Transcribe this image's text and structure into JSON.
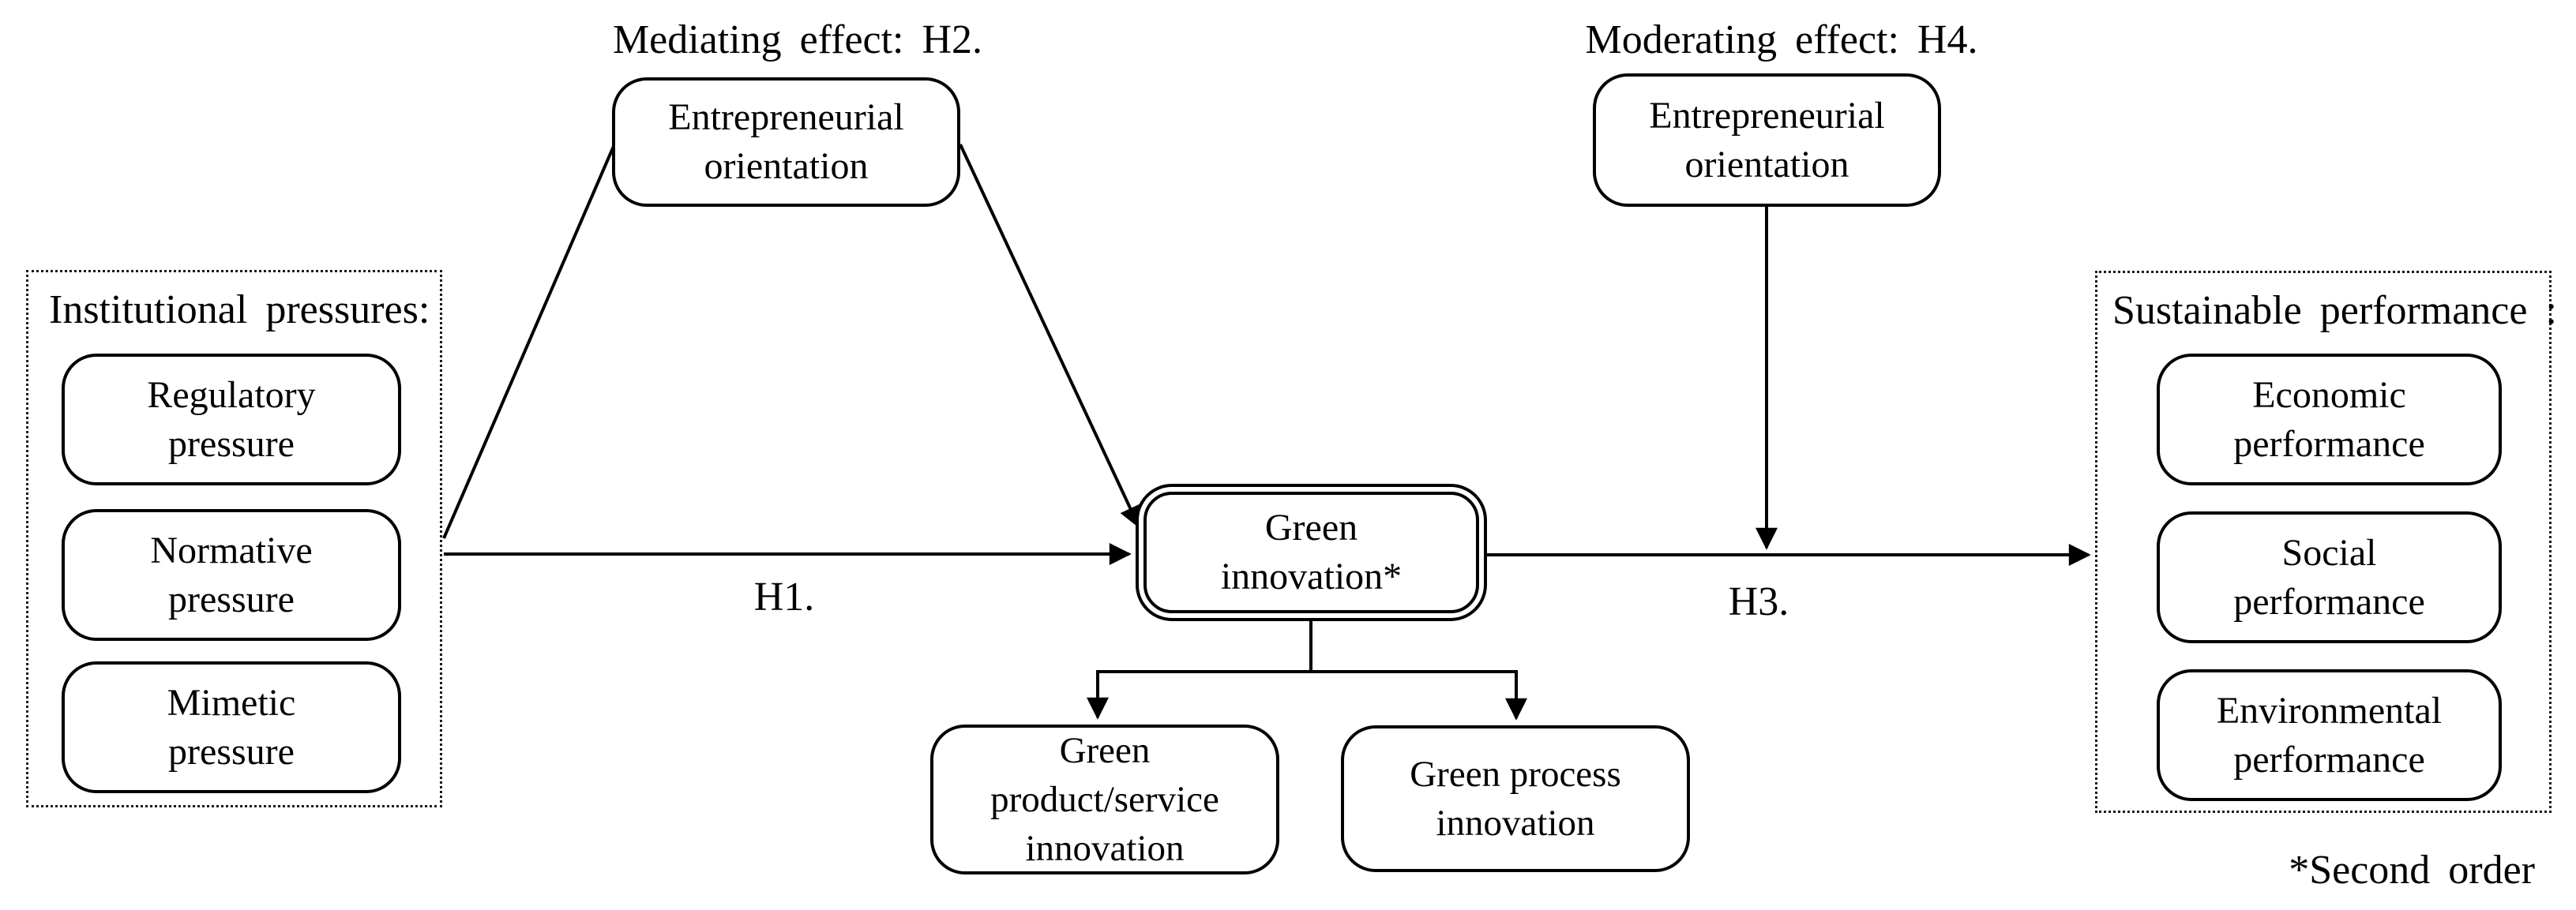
{
  "figure": {
    "background": "#ffffff",
    "line_color": "#000000"
  },
  "annotations": {
    "mediating_effect": "Mediating effect: H2.",
    "moderating_effect": "Moderating effect: H4.",
    "h1": "H1.",
    "h3": "H3.",
    "footnote": "*Second order"
  },
  "groups": {
    "institutional_pressures": {
      "title": "Institutional pressures:",
      "items": [
        {
          "label": "Regulatory\npressure"
        },
        {
          "label": "Normative\npressure"
        },
        {
          "label": "Mimetic\npressure"
        }
      ]
    },
    "sustainable_performance": {
      "title": "Sustainable performance :",
      "items": [
        {
          "label": "Economic\nperformance"
        },
        {
          "label": "Social\nperformance"
        },
        {
          "label": "Environmental\nperformance"
        }
      ]
    }
  },
  "nodes": {
    "entrepreneurial_orientation_mediator": {
      "label": "Entrepreneurial\norientation"
    },
    "entrepreneurial_orientation_moderator": {
      "label": "Entrepreneurial\norientation"
    },
    "green_innovation": {
      "label": "Green\ninnovation*"
    },
    "green_product_service_innovation": {
      "label": "Green\nproduct/service\ninnovation"
    },
    "green_process_innovation": {
      "label": "Green process\ninnovation"
    }
  }
}
